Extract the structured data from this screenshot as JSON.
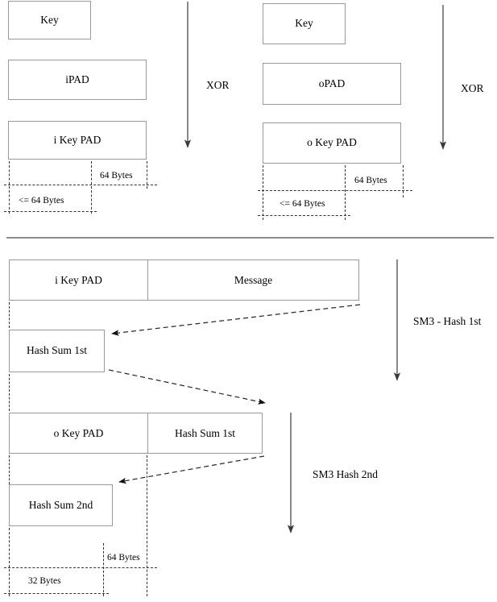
{
  "diagram": {
    "title_present": false,
    "stage1": {
      "left": {
        "key_box": "Key",
        "pad_box": "iPAD",
        "result_box": "i Key PAD",
        "dim_outer": "64 Bytes",
        "dim_inner": "<= 64 Bytes",
        "operation": "XOR"
      },
      "right": {
        "key_box": "Key",
        "pad_box": "oPAD",
        "result_box": "o Key PAD",
        "dim_outer": "64 Bytes",
        "dim_inner": "<= 64 Bytes",
        "operation": "XOR"
      }
    },
    "stage2": {
      "inner_row": {
        "cell_left": "i Key PAD",
        "cell_right": "Message"
      },
      "hash1_box": "Hash Sum 1st",
      "operation1": "SM3 - Hash 1st",
      "outer_row": {
        "cell_left": "o Key PAD",
        "cell_right": "Hash Sum 1st"
      },
      "hash2_box": "Hash Sum 2nd",
      "operation2": "SM3  Hash 2nd",
      "dim_outer": "64 Bytes",
      "dim_inner": "32 Bytes"
    }
  },
  "colors": {
    "box_border": "#9a9a9a",
    "dash_line": "#333333",
    "arrow": "#3a3a3a",
    "divider": "#8d8d8d",
    "text": "#000000",
    "background": "#ffffff"
  }
}
